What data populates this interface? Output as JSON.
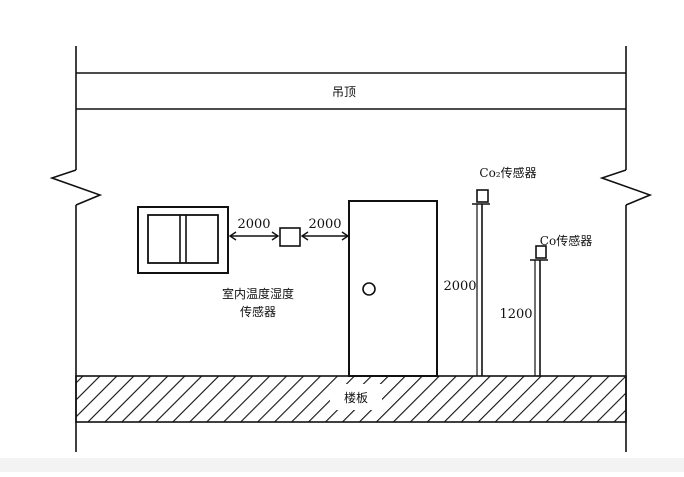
{
  "diagram": {
    "ceiling_label": "吊顶",
    "floor_label": "楼板",
    "thermo_label_line1": "室内温度湿度",
    "thermo_label_line2": "传感器",
    "dim_window_to_sensor": "2000",
    "dim_sensor_to_door": "2000",
    "co2_label": "Co₂传感器",
    "co_label": "Co传感器",
    "co2_height": "2000",
    "co_height": "1200"
  },
  "colors": {
    "line": "#111111",
    "background": "#ffffff"
  }
}
